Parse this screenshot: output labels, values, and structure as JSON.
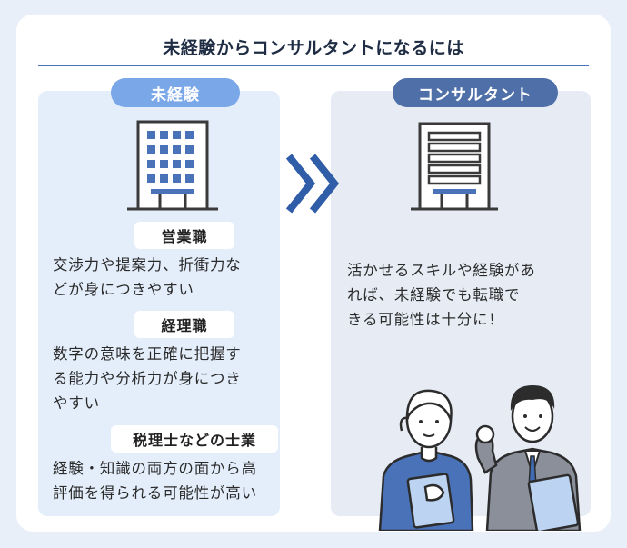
{
  "title": "未経験からコンサルタントになるには",
  "left": {
    "header": "未経験",
    "icon": "office-building-icon",
    "sections": [
      {
        "tag": "営業職",
        "lines": [
          "交渉力や提案力、折衝力な",
          "どが身につきやすい"
        ]
      },
      {
        "tag": "経理職",
        "lines": [
          "数字の意味を正確に把握す",
          "る能力や分析力が身につき",
          "やすい"
        ]
      },
      {
        "tag": "税理士などの士業",
        "lines": [
          "経験・知識の両方の面から高",
          "評価を得られる可能性が高い"
        ]
      }
    ]
  },
  "right": {
    "header": "コンサルタント",
    "icon": "consulting-building-icon",
    "lines": [
      "活かせるスキルや経験があ",
      "れば、未経験でも転職で",
      "きる可能性は十分に！"
    ]
  },
  "colors": {
    "accent": "#4a72b8",
    "left_header": "#7aa7e8",
    "right_header": "#4e6fa8",
    "left_panel": "#e4eefb",
    "right_panel": "#e6ebf4"
  }
}
